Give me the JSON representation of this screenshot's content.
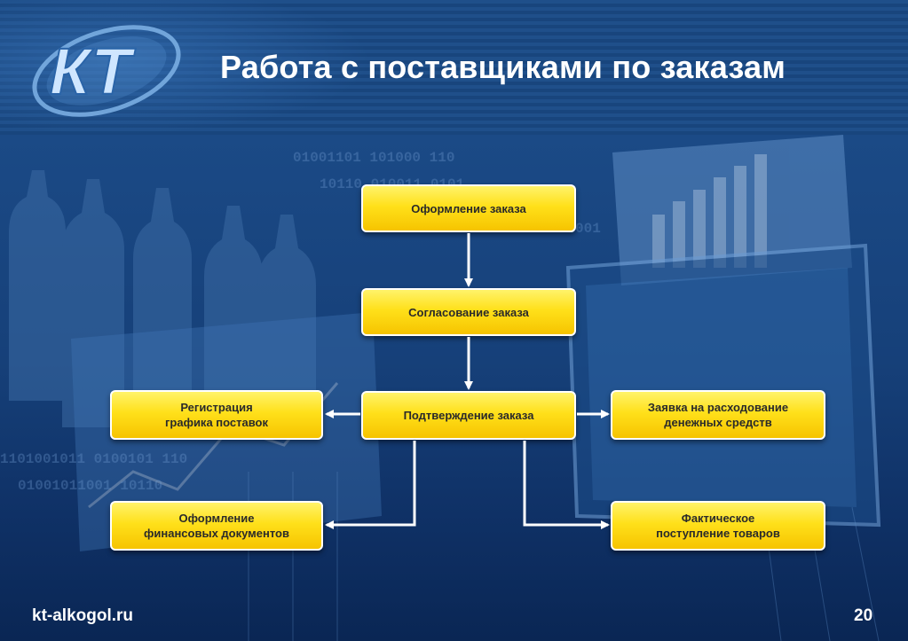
{
  "header": {
    "title": "Работа с поставщиками по заказам",
    "logo_text": "КТ"
  },
  "flow": {
    "order_creation": "Оформление заказа",
    "order_approval": "Согласование заказа",
    "order_confirmation": "Подтверждение заказа",
    "delivery_schedule": "Регистрация\nграфика поставок",
    "payment_request": "Заявка на расходование\nденежных средств",
    "financial_docs": "Оформление\nфинансовых документов",
    "goods_receipt": "Фактическое\nпоступление товаров"
  },
  "footer": {
    "url": "kt-alkogol.ru",
    "page": "20"
  },
  "colors": {
    "header_blue": "#1f4f8a",
    "box_yellow": "#ffe01a",
    "arrow": "#ffffff"
  }
}
